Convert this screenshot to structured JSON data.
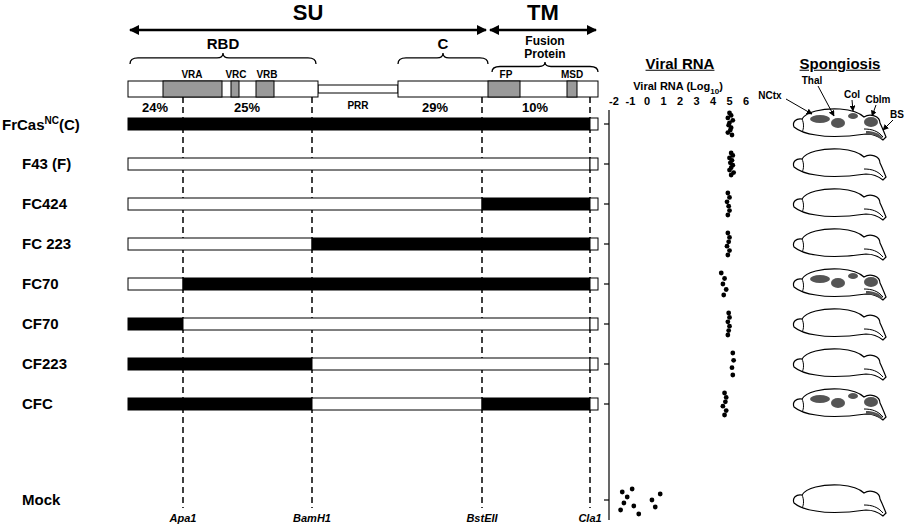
{
  "diagram": {
    "labels": [
      "SU",
      "TM",
      "RBD",
      "C",
      "Fusion Protein",
      "VRA",
      "VRC",
      "VRB",
      "PRR",
      "FP",
      "MSD",
      "24%",
      "25%",
      "29%",
      "10%",
      "FrCas",
      "NC",
      "(C)",
      "F43 (F)",
      "FC424",
      "FC 223",
      "FC70",
      "CF70",
      "CF223",
      "CFC",
      "Mock",
      "Apa1",
      "BamH1",
      "BstEII",
      "Cla1",
      "Viral RNA",
      "Viral RNA (Log",
      "10",
      ")",
      "-2",
      "-1",
      "0",
      "1",
      "2",
      "3",
      "4",
      "5",
      "6",
      "Spongiosis",
      "NCtx",
      "Thal",
      "Col",
      "Cblm",
      "BS"
    ]
  }
}
